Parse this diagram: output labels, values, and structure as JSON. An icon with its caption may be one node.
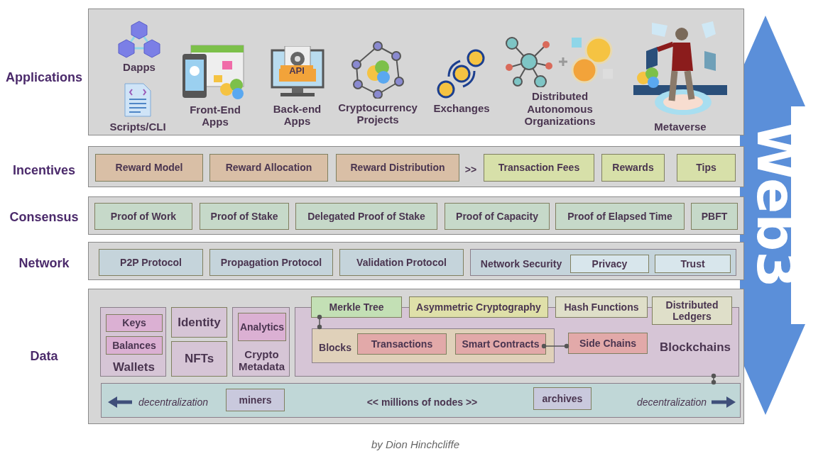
{
  "diagram": {
    "caption": "by Dion Hinchcliffe",
    "nodes": [
      {
        "text": [
          "Applications"
        ]
      },
      {
        "text": [
          "Dapps"
        ],
        "in": 0
      },
      {
        "text": [
          "Scripts/CLI"
        ],
        "in": 0
      },
      {
        "text": [
          "Front-End Apps"
        ],
        "in": 0
      },
      {
        "text": [
          "Back-end Apps"
        ],
        "in": 0
      },
      {
        "text": [
          "Cryptocurrency Projects"
        ],
        "in": 0
      },
      {
        "text": [
          "Exchanges"
        ],
        "in": 0
      },
      {
        "text": [
          "Distributed Autonomous Organizations"
        ],
        "in": 0
      },
      {
        "text": [
          "Metaverse"
        ],
        "in": 0
      },
      {
        "text": [
          "Incentives"
        ]
      },
      {
        "text": [
          "Reward Model"
        ],
        "in": 9
      },
      {
        "text": [
          "Reward Allocation"
        ],
        "in": 9
      },
      {
        "text": [
          "Reward Distribution"
        ],
        "in": 9
      },
      {
        "text": [
          "Transaction Fees"
        ],
        "in": 9
      },
      {
        "text": [
          "Rewards"
        ],
        "in": 9
      },
      {
        "text": [
          "Tips"
        ],
        "in": 9
      },
      {
        "text": [
          "Consensus"
        ]
      },
      {
        "text": [
          "Proof of Work"
        ],
        "in": 16
      },
      {
        "text": [
          "Proof of Stake"
        ],
        "in": 16
      },
      {
        "text": [
          "Delegated Proof of Stake"
        ],
        "in": 16
      },
      {
        "text": [
          "Proof of Capacity"
        ],
        "in": 16
      },
      {
        "text": [
          "Proof of Elapsed Time"
        ],
        "in": 16
      },
      {
        "text": [
          "PBFT"
        ],
        "in": 16
      },
      {
        "text": [
          "Network"
        ]
      },
      {
        "text": [
          "P2P Protocol"
        ],
        "in": 23
      },
      {
        "text": [
          "Propagation Protocol"
        ],
        "in": 23
      },
      {
        "text": [
          "Validation Protocol"
        ],
        "in": 23
      },
      {
        "text": [
          "Network Security"
        ],
        "in": 23
      },
      {
        "text": [
          "Privacy"
        ],
        "in": 27
      },
      {
        "text": [
          "Trust"
        ],
        "in": 27
      },
      {
        "text": [
          "Data"
        ]
      },
      {
        "text": [
          "Wallets"
        ],
        "in": 30
      },
      {
        "text": [
          "Keys"
        ],
        "in": 31
      },
      {
        "text": [
          "Balances"
        ],
        "in": 31
      },
      {
        "text": [
          "Identity"
        ],
        "in": 30
      },
      {
        "text": [
          "NFTs"
        ],
        "in": 30
      },
      {
        "text": [
          "Crypto Metadata"
        ],
        "in": 30
      },
      {
        "text": [
          "Analytics"
        ],
        "in": 36
      },
      {
        "text": [
          "Blockchains"
        ],
        "in": 30
      },
      {
        "text": [
          "Merkle Tree"
        ],
        "in": 30
      },
      {
        "text": [
          "Asymmetric Cryptography"
        ],
        "in": 30
      },
      {
        "text": [
          "Hash Functions"
        ],
        "in": 30
      },
      {
        "text": [
          "Distributed Ledgers"
        ],
        "in": 30
      },
      {
        "text": [
          "Blocks"
        ],
        "in": 38
      },
      {
        "text": [
          "Transactions"
        ],
        "in": 43
      },
      {
        "text": [
          "Smart Contracts"
        ],
        "in": 43
      },
      {
        "text": [
          "Side Chains"
        ],
        "in": 38
      },
      {
        "text": [
          "decentralization",
          "<< millions of nodes >>",
          "decentralization"
        ],
        "in": 30
      },
      {
        "text": [
          "miners"
        ],
        "in": 47
      },
      {
        "text": [
          "archives"
        ],
        "in": 47
      },
      {
        "text": [
          "Web3"
        ]
      }
    ],
    "edges": [
      {
        "from": 39,
        "to": 43,
        "arrow": "other"
      },
      {
        "from": 45,
        "to": 46,
        "arrow": "other"
      },
      {
        "from": 38,
        "to": 47,
        "arrow": "other"
      }
    ],
    "labels": [
      ">>",
      "API"
    ]
  }
}
